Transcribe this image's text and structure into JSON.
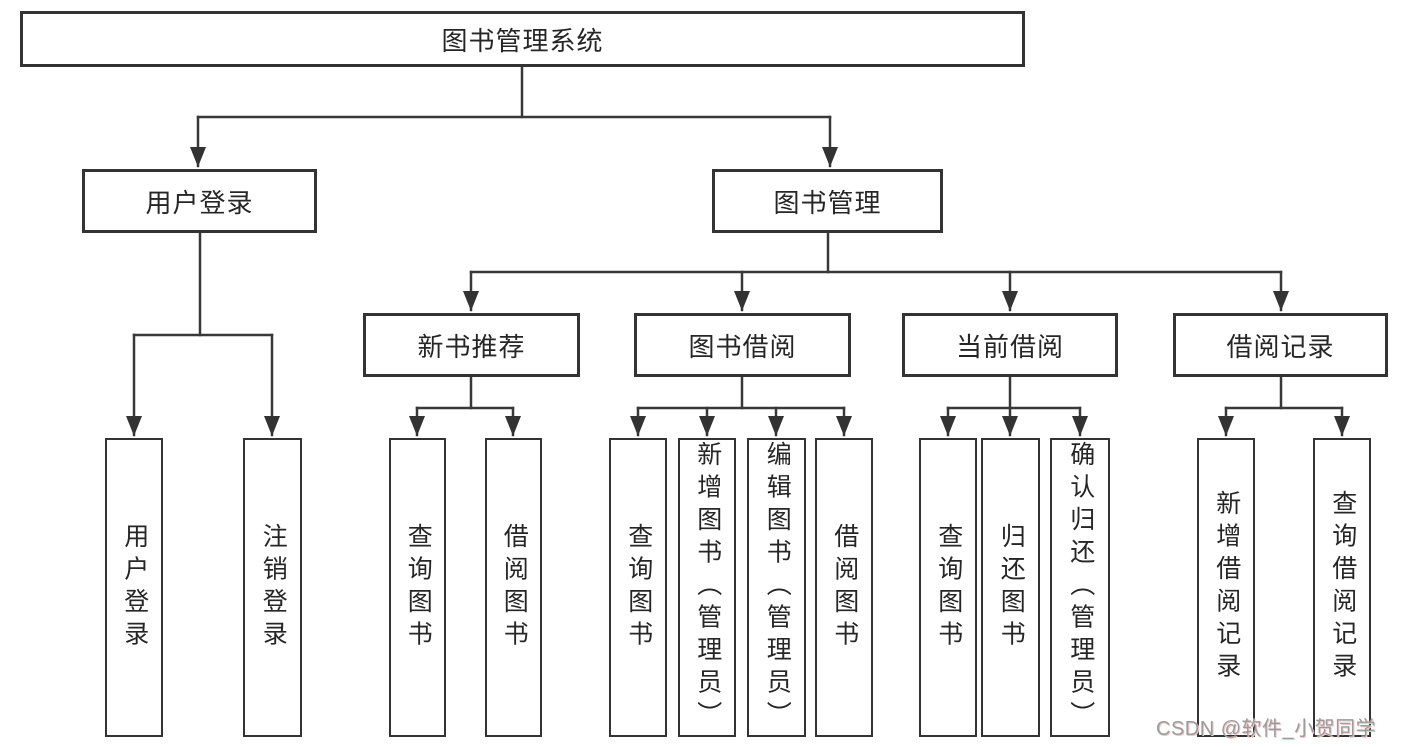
{
  "tree": {
    "root": "图书管理系统",
    "branches": [
      {
        "label": "用户登录",
        "children": [
          "用户登录",
          "注销登录"
        ]
      },
      {
        "label": "图书管理",
        "groups": [
          {
            "label": "新书推荐",
            "children": [
              "查询图书",
              "借阅图书"
            ]
          },
          {
            "label": "图书借阅",
            "children": [
              "查询图书",
              "新增图书（管理员）",
              "编辑图书（管理员）",
              "借阅图书"
            ]
          },
          {
            "label": "当前借阅",
            "children": [
              "查询图书",
              "归还图书",
              "确认归还（管理员）"
            ]
          },
          {
            "label": "借阅记录",
            "children": [
              "新增借阅记录",
              "查询借阅记录"
            ]
          }
        ]
      }
    ]
  },
  "watermark": {
    "text": "CSDN @软件_小贺同学"
  },
  "colors": {
    "line": "#383838",
    "box_border": "#333333",
    "text": "#262626",
    "watermark": "#9c9c9c",
    "background": "#ffffff"
  }
}
